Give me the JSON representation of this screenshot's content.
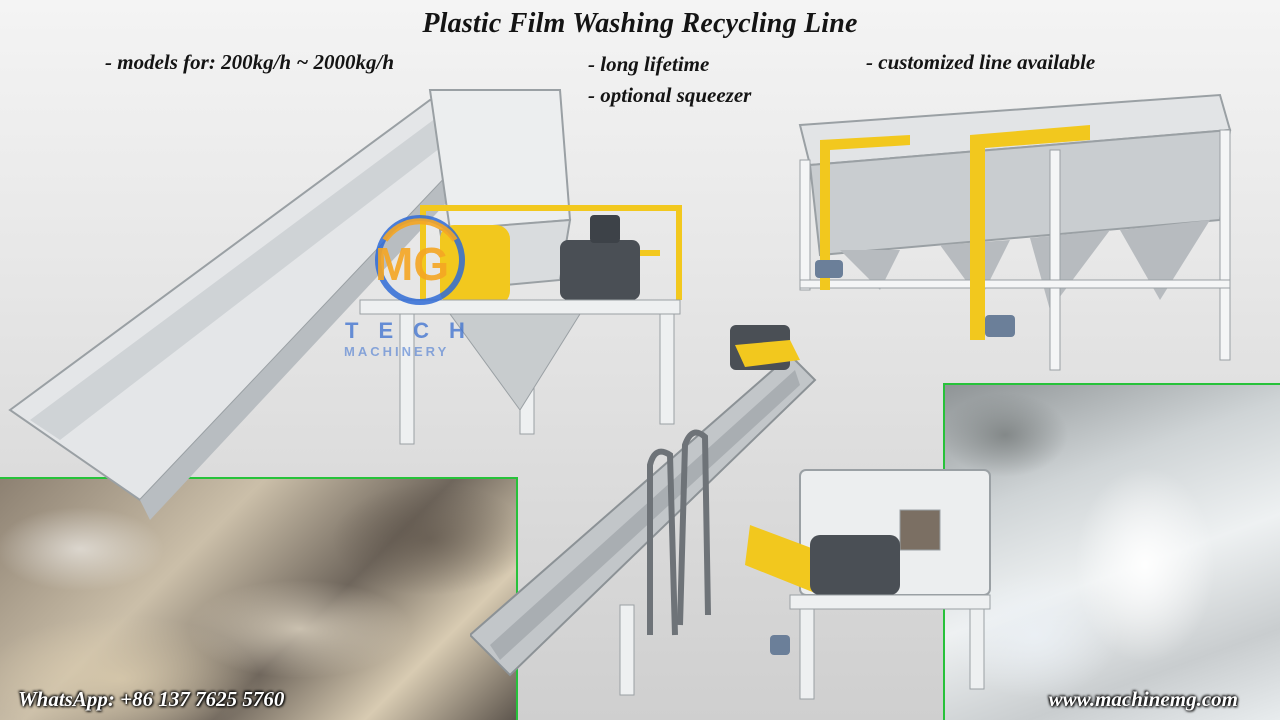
{
  "title": "Plastic Film Washing Recycling Line",
  "features": {
    "models": "- models for: 200kg/h ~ 2000kg/h",
    "lifetime": "- long lifetime",
    "squeezer": "- optional squeezer",
    "customized": "- customized line available"
  },
  "logo": {
    "mark": "MG",
    "line1": "TECH",
    "line2": "MACHINERY"
  },
  "footer": {
    "whatsapp": "WhatsApp: +86 137 7625 5760",
    "website": "www.machinemg.com"
  },
  "colors": {
    "accent_yellow": "#f2c81e",
    "logo_blue": "#2f6bd6",
    "logo_orange": "#f5a623",
    "photo_border_green": "#27c23a"
  }
}
